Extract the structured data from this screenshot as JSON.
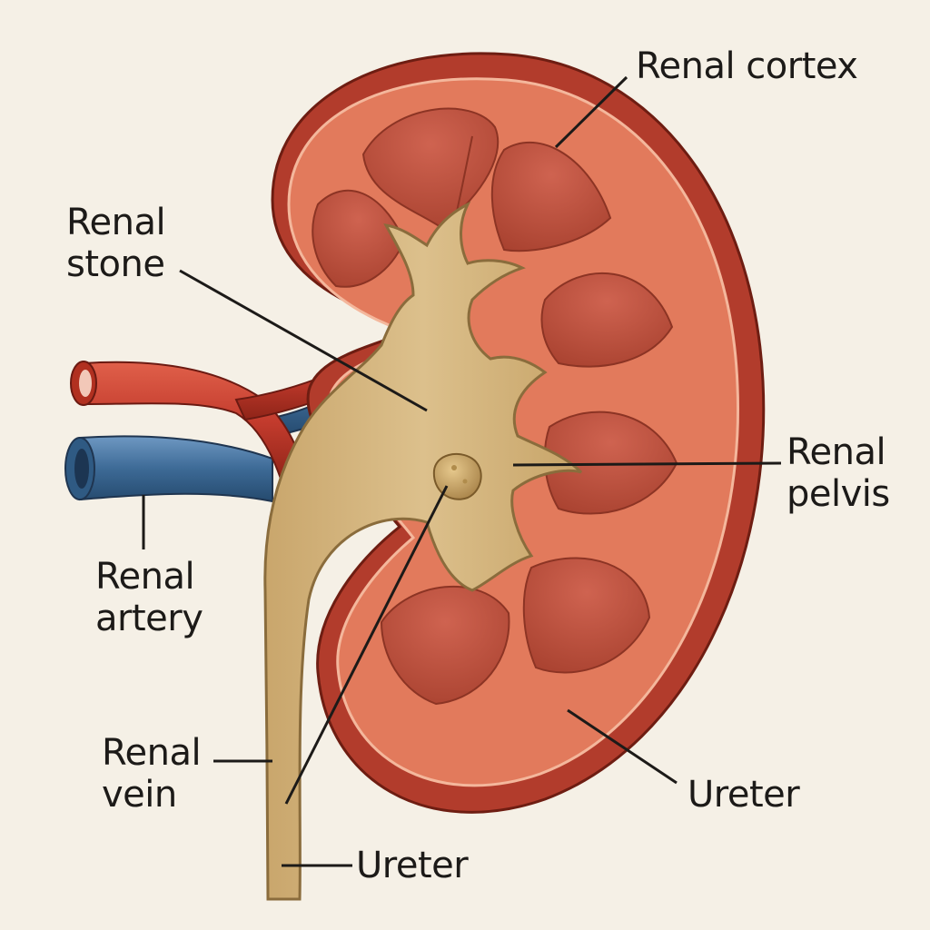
{
  "labels": {
    "renal_cortex": [
      "Renal cortex"
    ],
    "renal_stone": [
      "Renal",
      "stone"
    ],
    "renal_pelvis": [
      "Renal",
      "pelvis"
    ],
    "renal_artery": [
      "Renal",
      "artery"
    ],
    "renal_vein": [
      "Renal",
      "vein"
    ],
    "ureter_right": [
      "Ureter"
    ],
    "ureter_bottom": [
      "Ureter"
    ]
  },
  "colors": {
    "background": "#f5f0e6",
    "capsule": "#b23c2c",
    "cortex": "#e27a5c",
    "medulla_pyramid": "#c25544",
    "pelvis": "#d2b47c",
    "stone": "#c9a564",
    "artery": "#c33b2d",
    "vein": "#3d6a96",
    "leader_line": "#1c1a18"
  }
}
